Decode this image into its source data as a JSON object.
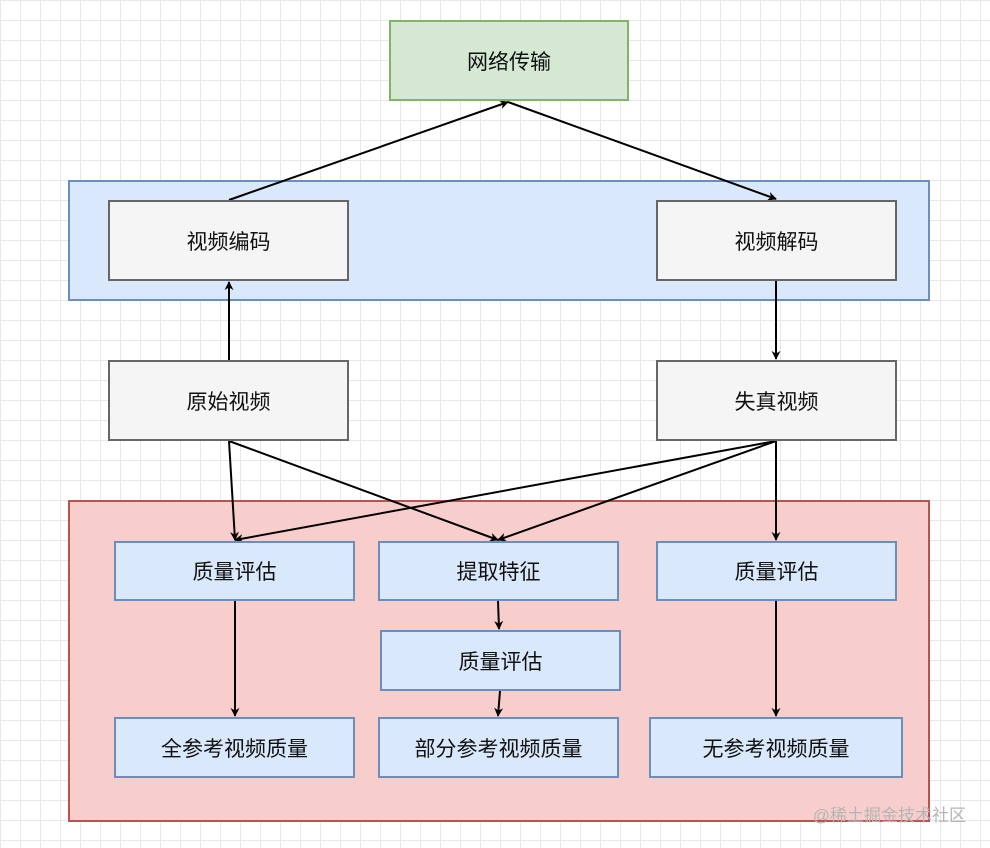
{
  "nodes": {
    "network": "网络传输",
    "encode": "视频编码",
    "decode": "视频解码",
    "original": "原始视频",
    "distorted": "失真视频",
    "qa_left": "质量评估",
    "feature": "提取特征",
    "qa_right": "质量评估",
    "qa_mid": "质量评估",
    "full_ref": "全参考视频质量",
    "partial_ref": "部分参考视频质量",
    "no_ref": "无参考视频质量"
  },
  "colors": {
    "green_fill": "#d5e8d4",
    "green_stroke": "#82b366",
    "blue_fill": "#dae8fc",
    "blue_stroke": "#6c8ebf",
    "red_fill": "#f8cecc",
    "red_stroke": "#b85450",
    "gray_fill": "#f5f5f5",
    "gray_stroke": "#666666",
    "edge": "#000000"
  },
  "watermark": "@稀土掘金技术社区"
}
